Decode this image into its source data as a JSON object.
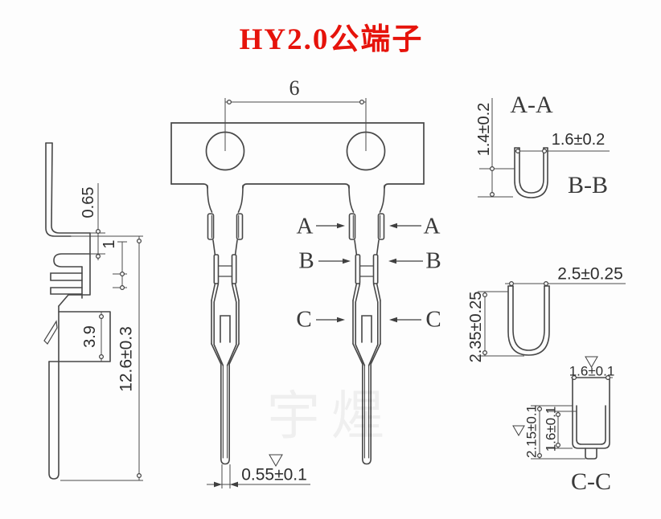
{
  "title": "HY2.0公端子",
  "watermark": "宇煋",
  "left_view": {
    "dim_strip_edge": "0.65",
    "dim_tab": "1",
    "dim_barrel": "3.9",
    "dim_overall": "12.6±0.3"
  },
  "front_view": {
    "dim_pitch": "6",
    "dim_pin": "0.55±0.1",
    "label_a": "A",
    "label_b": "B",
    "label_c": "C"
  },
  "sections": {
    "aa": {
      "title": "A-A",
      "dim_height": "1.4±0.2",
      "dim_width": "1.6±0.2"
    },
    "bb": {
      "title": "B-B",
      "dim_width": "2.5±0.25",
      "dim_height": "2.35±0.25"
    },
    "cc": {
      "title": "C-C",
      "dim_top": "1.6±0.1",
      "dim_height": "2.15±0.1",
      "dim_inner": "1.6±0.1"
    }
  },
  "colors": {
    "object_line": "#474747",
    "dimension_line": "#4a4a4a",
    "title_red": "#e6130b",
    "dim_text": "#2e2e2e"
  }
}
